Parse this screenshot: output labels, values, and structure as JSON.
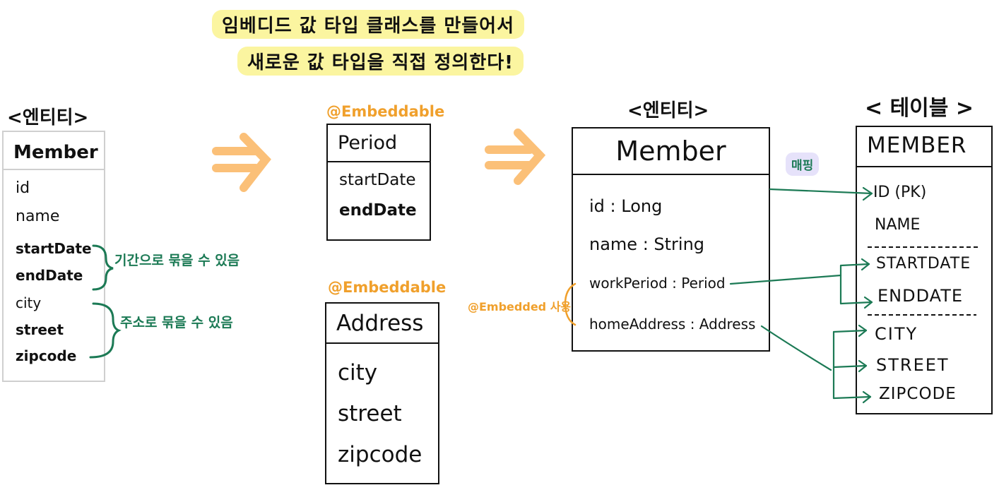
{
  "titles": {
    "line1": "임베디드 값 타입 클래스를 만들어서",
    "line2": "새로운 값 타입을 직접 정의한다!",
    "highlight_color": "#fbf5a0"
  },
  "left": {
    "header": "<엔티티>",
    "class_name": "Member",
    "fields": [
      "id",
      "name",
      "startDate",
      "endDate",
      "city",
      "street",
      "zipcode"
    ],
    "group_period_note": "기간으로 묶을 수 있음",
    "group_address_note": "주소로 묶을 수 있음"
  },
  "embeddables": {
    "annotation_1": "@Embeddable",
    "period": {
      "name": "Period",
      "fields": [
        "startDate",
        "endDate"
      ]
    },
    "annotation_2": "@Embeddable",
    "address": {
      "name": "Address",
      "fields": [
        "city",
        "street",
        "zipcode"
      ]
    }
  },
  "entity": {
    "header": "<엔티티>",
    "class_name": "Member",
    "fields": [
      "id : Long",
      "name : String",
      "workPeriod : Period",
      "homeAddress : Address"
    ],
    "embedded_note": "@Embedded 사용"
  },
  "table": {
    "header": "< 테이블 >",
    "name": "MEMBER",
    "columns": [
      "ID (PK)",
      "NAME",
      "STARTDATE",
      "ENDDATE",
      "CITY",
      "STREET",
      "ZIPCODE"
    ],
    "mapping_label": "매핑"
  },
  "colors": {
    "orange": "#f0a02c",
    "green": "#1c7a55",
    "arrow_orange": "#fbc078",
    "mapping_bg": "#e6e2fa"
  }
}
